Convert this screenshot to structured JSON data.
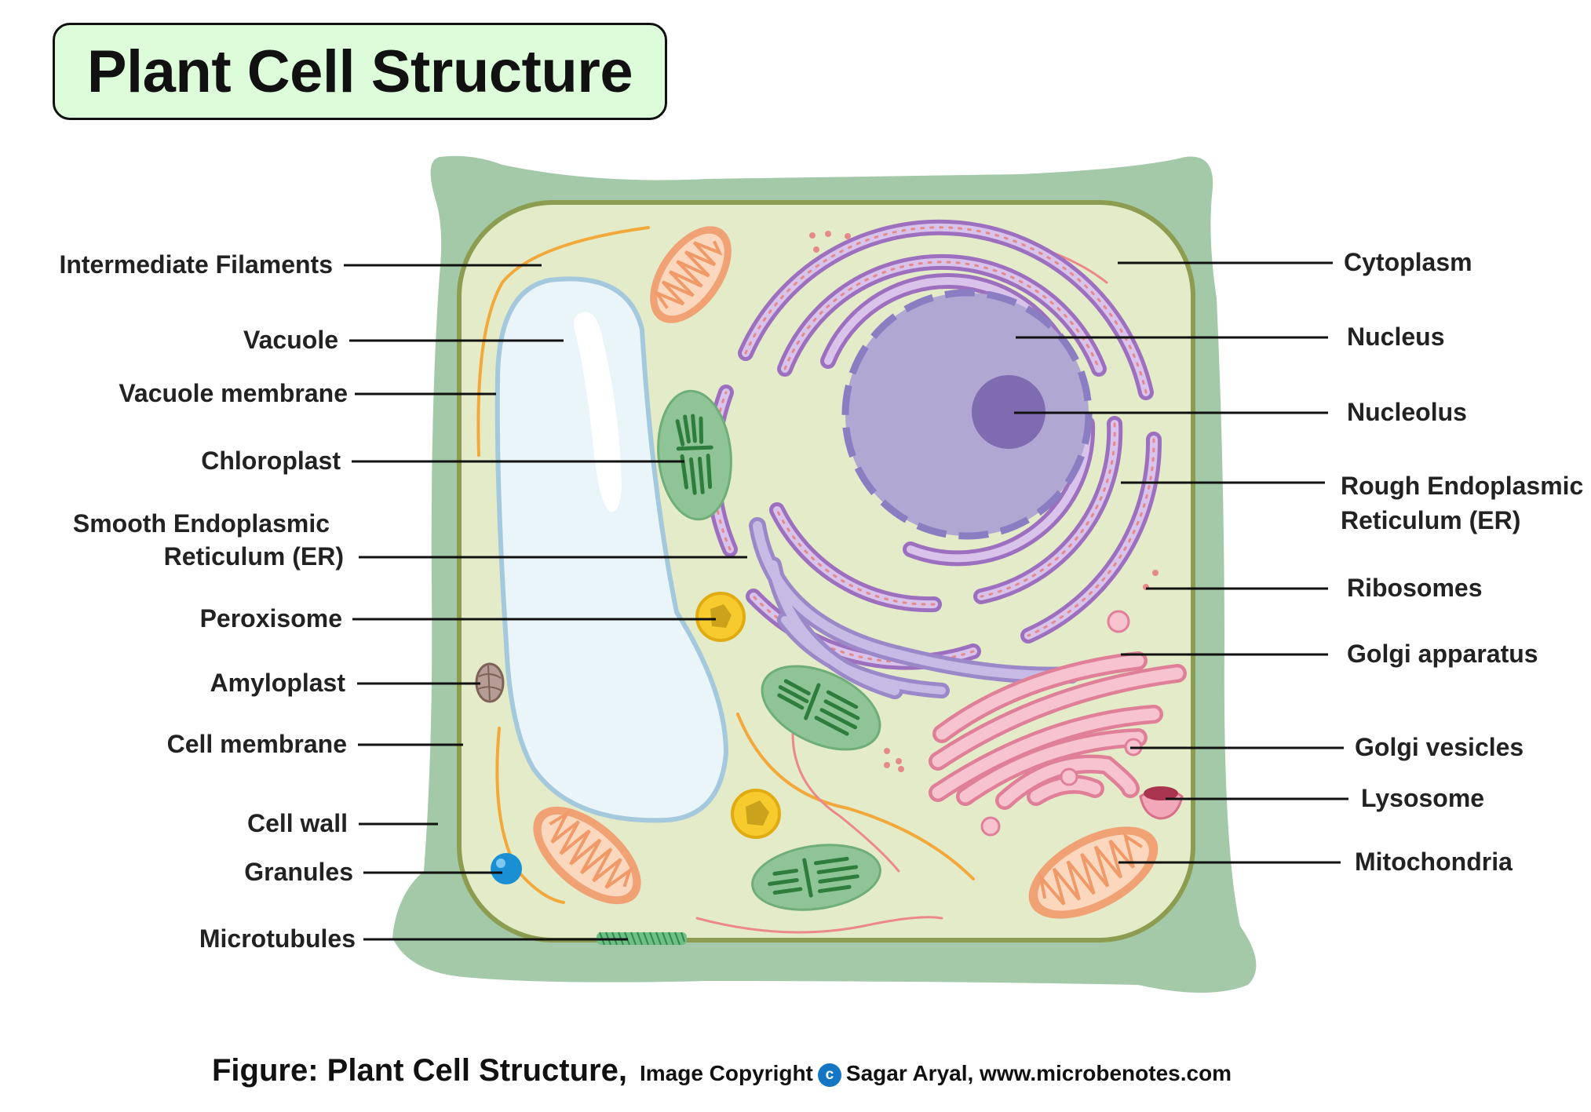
{
  "title": "Plant Cell Structure",
  "labels": {
    "intermediate_filaments": "Intermediate Filaments",
    "vacuole": "Vacuole",
    "vacuole_membrane": "Vacuole membrane",
    "chloroplast": "Chloroplast",
    "smooth_er_line1": "Smooth Endoplasmic",
    "smooth_er_line2": "Reticulum (ER)",
    "peroxisome": "Peroxisome",
    "amyloplast": "Amyloplast",
    "cell_membrane": "Cell membrane",
    "cell_wall": "Cell wall",
    "granules": "Granules",
    "microtubules": "Microtubules",
    "cytoplasm": "Cytoplasm",
    "nucleus": "Nucleus",
    "nucleolus": "Nucleolus",
    "rough_er_line1": "Rough Endoplasmic",
    "rough_er_line2": "Reticulum (ER)",
    "ribosomes": "Ribosomes",
    "golgi_apparatus": "Golgi apparatus",
    "golgi_vesicles": "Golgi vesicles",
    "lysosome": "Lysosome",
    "mitochondria": "Mitochondria"
  },
  "caption": {
    "figure": "Figure: Plant Cell Structure,",
    "copyright_prefix": "Image Copyright",
    "copyright_symbol": "c",
    "copyright_suffix": "Sagar Aryal, www.microbenotes.com"
  },
  "colors": {
    "cell_wall": "#a3c9a8",
    "cytoplasm": "#e4ebc9",
    "cell_membrane": "#8c9c50",
    "vacuole": "#eaf5fa",
    "vacuole_membrane": "#a4c8dc",
    "nucleus": "#b1a7d3",
    "nucleolus": "#7e6bb0",
    "rough_er": "#b390d0",
    "smooth_er": "#b7a9d8",
    "chloroplast": "#8fc596",
    "thylakoid": "#2f7d3d",
    "mitochondria": "#f6b98a",
    "golgi": "#f2a8b9",
    "peroxisome": "#f7cb2e",
    "granule": "#1b8fd4",
    "filament": "#f2a83a",
    "microtubule": "#3f9f5f"
  }
}
